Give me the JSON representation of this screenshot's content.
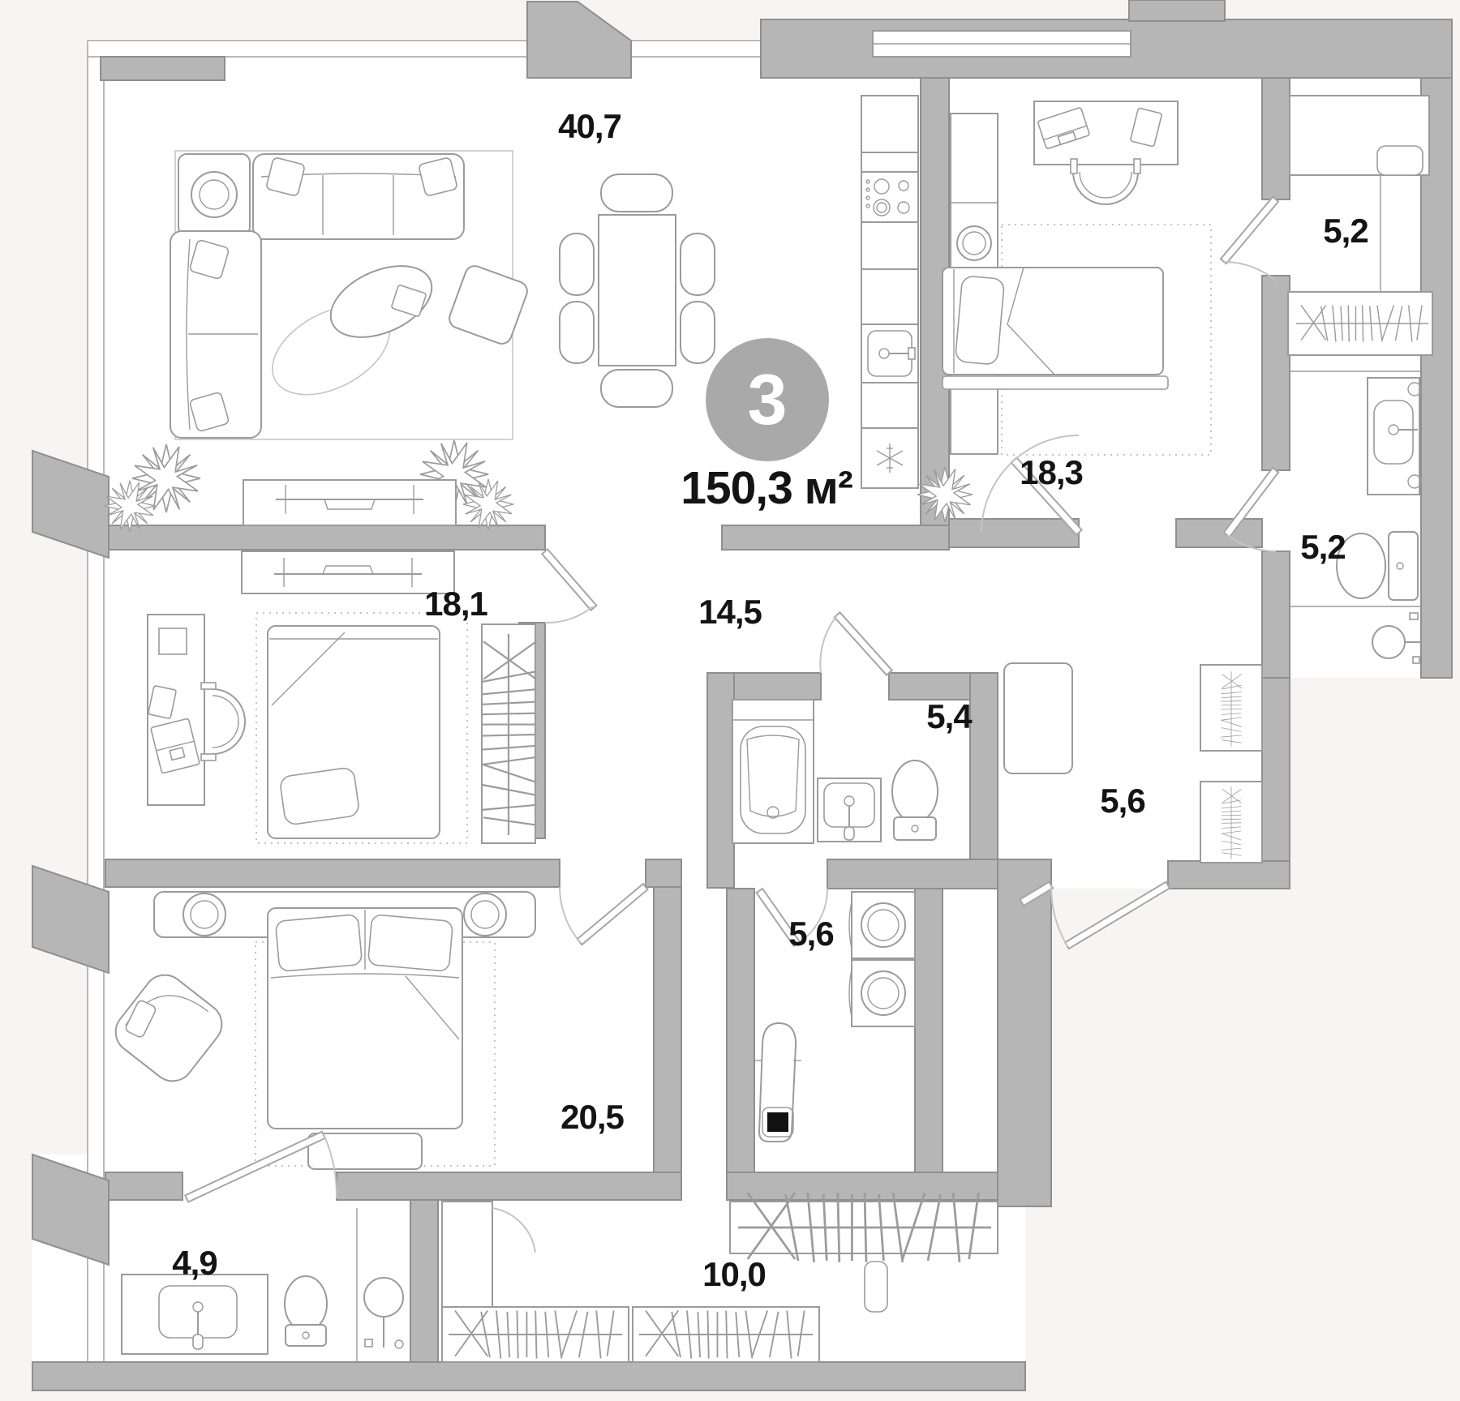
{
  "plan": {
    "rooms_badge": "3",
    "total_area": "150,3 м²",
    "rooms": [
      {
        "id": "living-kitchen-dining",
        "area": "40,7"
      },
      {
        "id": "bedroom-top-right",
        "area": "18,3"
      },
      {
        "id": "wardrobe-top-right",
        "area": "5,2"
      },
      {
        "id": "bathroom-right",
        "area": "5,2"
      },
      {
        "id": "bedroom-left",
        "area": "18,1"
      },
      {
        "id": "hallway",
        "area": "14,5"
      },
      {
        "id": "bathroom-center",
        "area": "5,4"
      },
      {
        "id": "corridor",
        "area": "5,6"
      },
      {
        "id": "laundry",
        "area": "5,6"
      },
      {
        "id": "bedroom-bottom",
        "area": "20,5"
      },
      {
        "id": "bathroom-bottom-left",
        "area": "4,9"
      },
      {
        "id": "wardrobe-bottom",
        "area": "10,0"
      }
    ],
    "icons": {
      "freezer": "snowflake-icon",
      "plants": "plant-icon",
      "closets": "hangers-icon"
    },
    "colors": {
      "wall": "#b6b6b6",
      "wall_stroke": "#8f8f8f",
      "furniture_stroke": "#9b9b9b",
      "label": "#141414",
      "badge_bg": "#a9a9a9",
      "badge_text": "#ffffff",
      "background": "#f7f4f4"
    }
  }
}
